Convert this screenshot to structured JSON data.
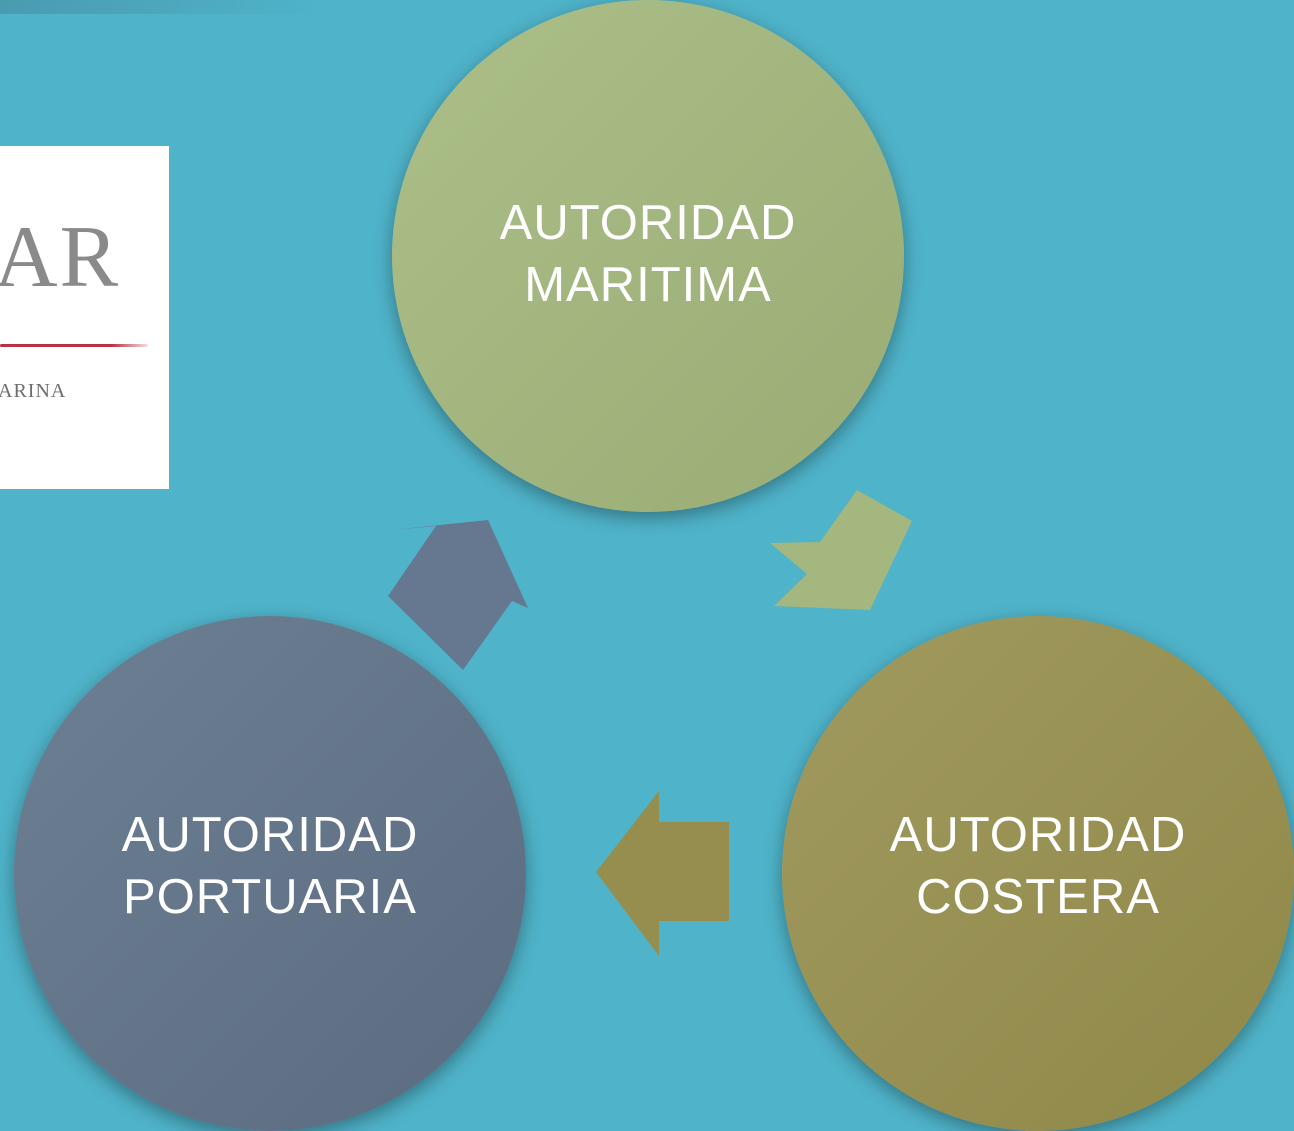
{
  "diagram": {
    "nodes": [
      {
        "id": "maritima",
        "label": "AUTORIDAD\nMARITIMA",
        "color": "#a8bb85"
      },
      {
        "id": "costera",
        "label": "AUTORIDAD\nCOSTERA",
        "color": "#9a9353"
      },
      {
        "id": "portuaria",
        "label": "AUTORIDAD\nPORTUARIA",
        "color": "#64778b"
      }
    ],
    "edges": [
      {
        "from": "maritima",
        "to": "costera",
        "color": "#a3b77f"
      },
      {
        "from": "costera",
        "to": "portuaria",
        "color": "#958e4f"
      },
      {
        "from": "portuaria",
        "to": "maritima",
        "color": "#657890"
      }
    ]
  },
  "logo": {
    "letters": "AR",
    "subtitle": "ARINA",
    "rule_color": "#b7313f"
  },
  "background_color": "#4fb3c9"
}
